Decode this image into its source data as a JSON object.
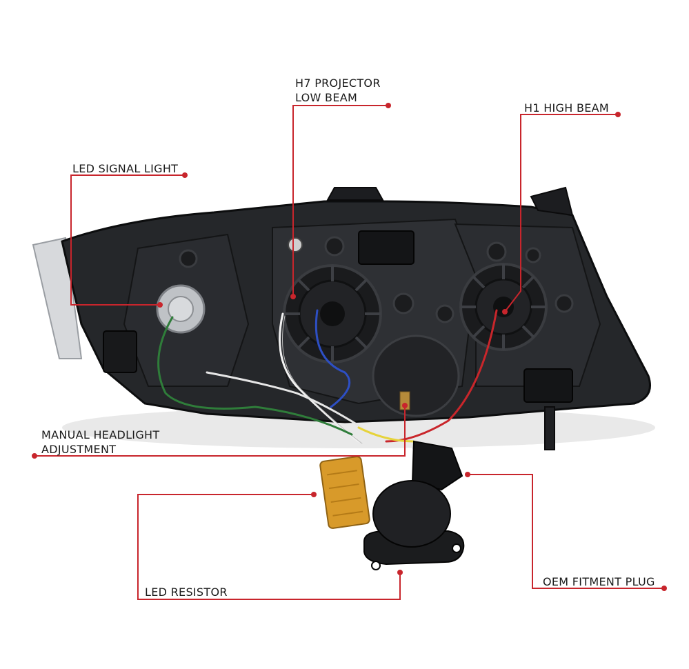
{
  "callouts": {
    "h7_projector": {
      "line1": "H7 PROJECTOR",
      "line2": "LOW BEAM"
    },
    "h1_high_beam": {
      "text": "H1 HIGH BEAM"
    },
    "led_signal": {
      "text": "LED SIGNAL LIGHT"
    },
    "manual_adjustment": {
      "line1": "MANUAL HEADLIGHT",
      "line2": "ADJUSTMENT"
    },
    "led_resistor": {
      "text": "LED RESISTOR"
    },
    "oem_plug": {
      "text": "OEM FITMENT PLUG"
    }
  },
  "colors": {
    "leader_line": "#c8252c",
    "housing": "#1f2124",
    "background": "#ffffff"
  }
}
